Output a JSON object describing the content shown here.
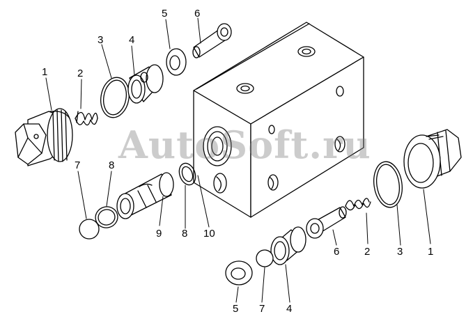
{
  "watermark": "AutoSoft.ru",
  "callouts": {
    "tl_1": "1",
    "tl_2": "2",
    "tl_3": "3",
    "tl_4": "4",
    "tl_5": "5",
    "tl_6": "6",
    "ml_7": "7",
    "ml_8": "8",
    "ml_9": "9",
    "mc_8": "8",
    "mc_10": "10",
    "br_6": "6",
    "br_2": "2",
    "br_3": "3",
    "br_1": "1",
    "bb_5": "5",
    "bb_7": "7",
    "bb_4": "4"
  },
  "colors": {
    "line": "#000000",
    "paper": "#ffffff",
    "watermark": "#8a8a8a"
  }
}
